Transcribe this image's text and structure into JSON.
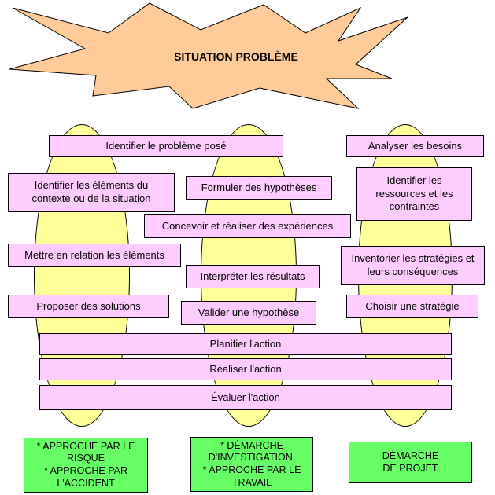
{
  "title": "SITUATION PROBLÈME",
  "colors": {
    "star_fill": "#ffcc99",
    "ellipse_fill": "#ffff99",
    "box_fill": "#ffccff",
    "green_fill": "#66ff66"
  },
  "column1": {
    "steps": [
      "Identifier le problème posé",
      "Identifier les éléments du contexte ou de la situation",
      "Mettre en relation  les éléments",
      "Proposer des solutions"
    ]
  },
  "column2": {
    "steps": [
      "Formuler des hypothèses",
      "Concevoir et réaliser des expériences",
      "Interpréter les résultats",
      "Valider  une hypothèse"
    ]
  },
  "column3": {
    "steps": [
      "Analyser les besoins",
      "Identifier les ressources et les contraintes",
      "Inventorier les stratégies et leurs conséquences",
      "Choisir une stratégie"
    ]
  },
  "shared_steps": [
    "Planifier l'action",
    "Réaliser l'action",
    "Évaluer l'action"
  ],
  "approaches": [
    "* APPROCHE PAR LE\nRISQUE\n* APPROCHE PAR\nL'ACCIDENT",
    "* DÉMARCHE\nD'INVESTIGATION,\n* APPROCHE PAR LE\nTRAVAIL",
    "DÉMARCHE\nDE PROJET"
  ]
}
